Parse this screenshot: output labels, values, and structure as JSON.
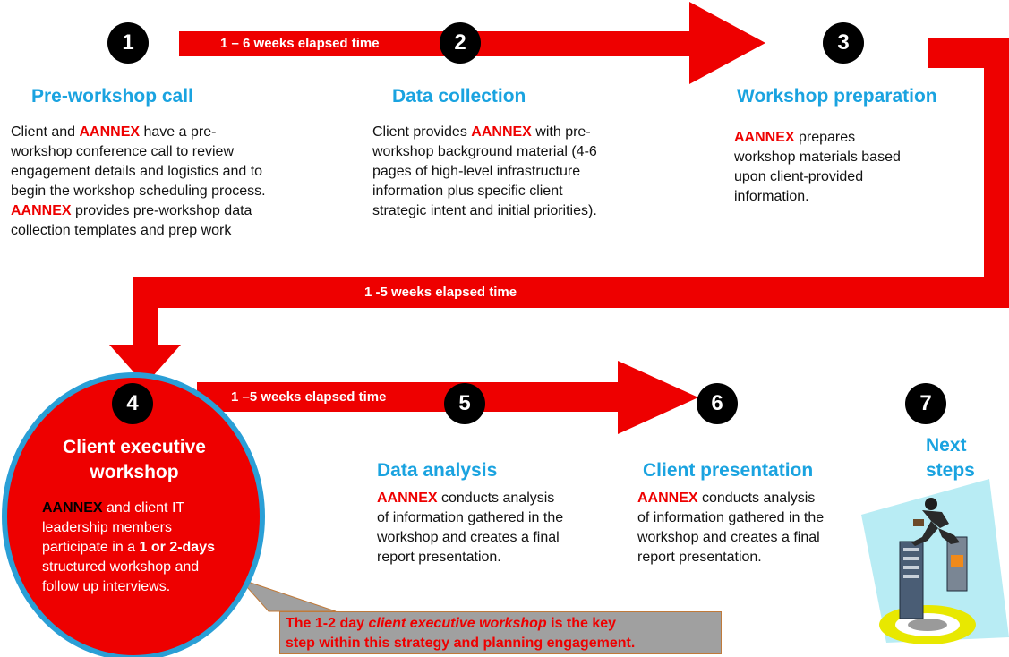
{
  "colors": {
    "red": "#ee0000",
    "blue_title": "#1aa3e0",
    "circle_border": "#2a9fd6",
    "callout_bg": "#a0a0a0"
  },
  "arrows": {
    "top": "1 – 6 weeks elapsed time",
    "middle": "1 -5 weeks elapsed time",
    "bottom": "1 –5  weeks elapsed time"
  },
  "steps": [
    {
      "num": "1",
      "title": "Pre-workshop call",
      "l1a": "Client and ",
      "brand": "AANNEX",
      "l1b": " have a pre-",
      "l2": "workshop conference call to review",
      "l3": "engagement details and logistics and to",
      "l4": "begin the workshop scheduling process.",
      "l5b": " provides pre-workshop data",
      "l6": "collection templates and prep work"
    },
    {
      "num": "2",
      "title": "Data collection",
      "l1a": "Client  provides ",
      "brand": "AANNEX",
      "l1b": "  with pre-",
      "l2": "workshop background material (4-6",
      "l3": "pages of high-level infrastructure",
      "l4": "information plus specific client",
      "l5": "strategic intent and initial priorities)."
    },
    {
      "num": "3",
      "title": "Workshop preparation",
      "brand": "AANNEX",
      "l1b": "  prepares",
      "l2": "workshop materials based",
      "l3": "upon client-provided",
      "l4": "information."
    },
    {
      "num": "4",
      "title_l1": "Client executive",
      "title_l2": "workshop",
      "brand": "AANNEX",
      "l1b": "  and client IT",
      "l2": "leadership members",
      "l3a": "participate in a ",
      "l3b": "1 or 2-days",
      "l4": "structured workshop and",
      "l5": "follow up interviews."
    },
    {
      "num": "5",
      "title": "Data analysis",
      "brand": "AANNEX",
      "l1b": " conducts analysis",
      "l2": "of information gathered in the",
      "l3": "workshop and creates a final",
      "l4": "report presentation."
    },
    {
      "num": "6",
      "title": "Client presentation",
      "brand": "AANNEX",
      "l1b": "  conducts analysis",
      "l2": "of information gathered in the",
      "l3": "workshop and creates a final",
      "l4": "report presentation."
    },
    {
      "num": "7",
      "title_l1": "Next",
      "title_l2": "steps"
    }
  ],
  "callout": {
    "a": "The 1-2 day ",
    "b": "client executive workshop",
    "c": " is the key",
    "d": "step within this strategy and planning engagement."
  }
}
